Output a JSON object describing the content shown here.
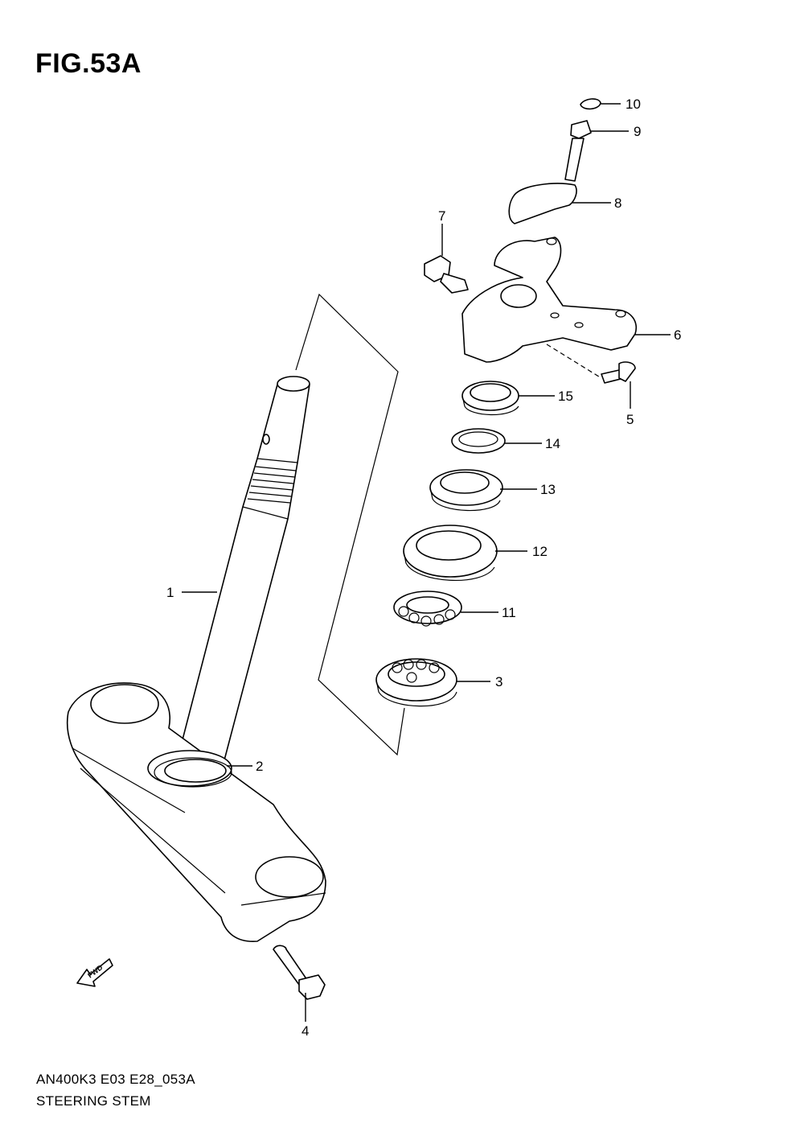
{
  "figure": {
    "title": "FIG.53A"
  },
  "footer": {
    "code": "AN400K3 E03 E28_053A",
    "name": "STEERING STEM"
  },
  "fwd_arrow": {
    "label": "FWD"
  },
  "callouts": [
    {
      "id": "1",
      "label": "1"
    },
    {
      "id": "2",
      "label": "2"
    },
    {
      "id": "3",
      "label": "3"
    },
    {
      "id": "4",
      "label": "4"
    },
    {
      "id": "5",
      "label": "5"
    },
    {
      "id": "6",
      "label": "6"
    },
    {
      "id": "7",
      "label": "7"
    },
    {
      "id": "8",
      "label": "8"
    },
    {
      "id": "9",
      "label": "9"
    },
    {
      "id": "10",
      "label": "10"
    },
    {
      "id": "11",
      "label": "11"
    },
    {
      "id": "12",
      "label": "12"
    },
    {
      "id": "13",
      "label": "13"
    },
    {
      "id": "14",
      "label": "14"
    },
    {
      "id": "15",
      "label": "15"
    }
  ]
}
